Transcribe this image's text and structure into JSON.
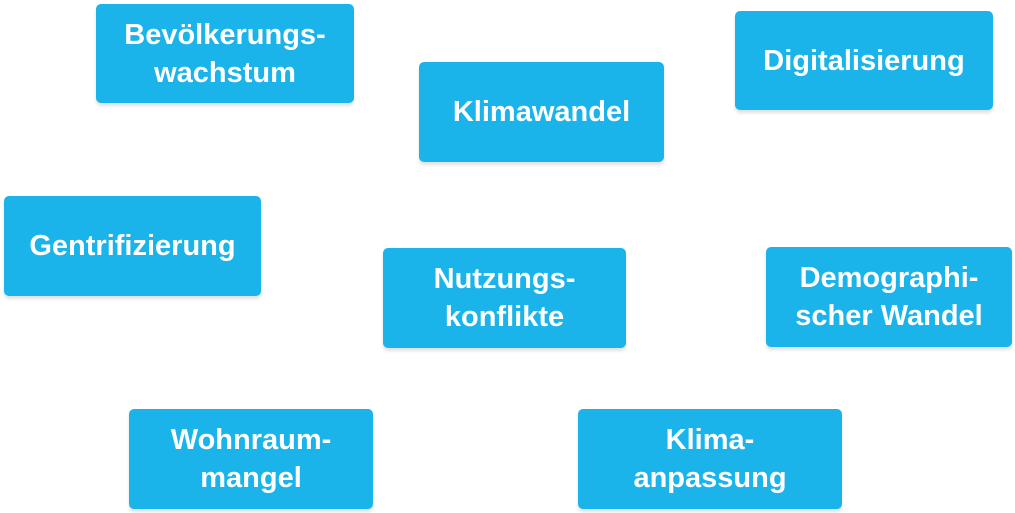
{
  "colors": {
    "box_fill": "#1ab4ea",
    "text": "#ffffff"
  },
  "boxes": [
    {
      "id": "b1",
      "label": "Bevölkerungs-\nwachstum"
    },
    {
      "id": "b2",
      "label": "Klimawandel"
    },
    {
      "id": "b3",
      "label": "Digitalisierung"
    },
    {
      "id": "b4",
      "label": "Gentrifizierung"
    },
    {
      "id": "b5",
      "label": "Nutzungs-\nkonflikte"
    },
    {
      "id": "b6",
      "label": "Demographi-\nscher Wandel"
    },
    {
      "id": "b7",
      "label": "Wohnraum-\nmangel"
    },
    {
      "id": "b8",
      "label": "Klima-\nanpassung"
    }
  ]
}
